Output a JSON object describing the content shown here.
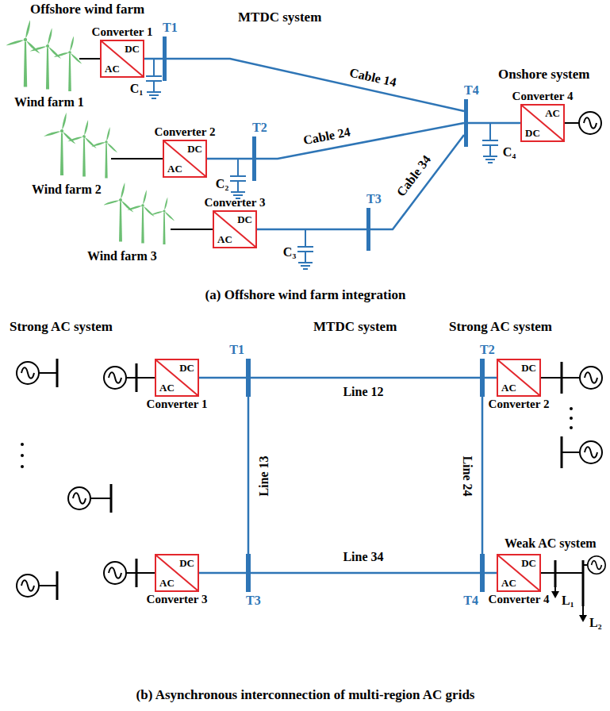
{
  "diagram": {
    "nodes": [
      {
        "text": [
          "Converter 1",
          "DC",
          "AC"
        ]
      },
      {
        "text": [
          "T1"
        ]
      },
      {
        "text": [
          "Converter 2",
          "DC",
          "AC"
        ]
      },
      {
        "text": [
          "T2"
        ]
      },
      {
        "text": [
          "Converter 3",
          "DC",
          "AC"
        ]
      },
      {
        "text": [
          "T3"
        ]
      },
      {
        "text": [
          "T4"
        ]
      },
      {
        "text": [
          "Converter 4",
          "AC",
          "DC"
        ]
      },
      {
        "text": [
          "Converter 1",
          "DC",
          "AC"
        ]
      },
      {
        "text": [
          "T1"
        ]
      },
      {
        "text": [
          "Converter 2",
          "DC",
          "AC"
        ]
      },
      {
        "text": [
          "T2"
        ]
      },
      {
        "text": [
          "Converter 3",
          "DC",
          "AC"
        ]
      },
      {
        "text": [
          "T3"
        ]
      },
      {
        "text": [
          "Converter 4",
          "DC",
          "AC"
        ]
      },
      {
        "text": [
          "T4"
        ]
      }
    ],
    "edges": [
      {
        "from": 0,
        "to": 1,
        "arrow": "none"
      },
      {
        "from": 2,
        "to": 3,
        "arrow": "none"
      },
      {
        "from": 4,
        "to": 5,
        "arrow": "none"
      },
      {
        "from": 1,
        "to": 6,
        "label": "Cable 14",
        "arrow": "none"
      },
      {
        "from": 3,
        "to": 6,
        "label": "Cable 24",
        "arrow": "none"
      },
      {
        "from": 5,
        "to": 6,
        "label": "Cable 34",
        "arrow": "none"
      },
      {
        "from": 6,
        "to": 7,
        "arrow": "none"
      },
      {
        "from": 8,
        "to": 9,
        "arrow": "none"
      },
      {
        "from": 10,
        "to": 11,
        "arrow": "none"
      },
      {
        "from": 12,
        "to": 13,
        "arrow": "none"
      },
      {
        "from": 14,
        "to": 15,
        "arrow": "none"
      },
      {
        "from": 9,
        "to": 11,
        "label": "Line 12",
        "arrow": "none"
      },
      {
        "from": 9,
        "to": 13,
        "label": "Line 13",
        "arrow": "none"
      },
      {
        "from": 11,
        "to": 15,
        "label": "Line 24",
        "arrow": "none"
      },
      {
        "from": 13,
        "to": 15,
        "label": "Line 34",
        "arrow": "none"
      }
    ],
    "labels": [
      "Offshore wind farm",
      "MTDC system",
      "Wind farm 1",
      "C₁",
      "Onshore system",
      "Wind farm 2",
      "C₂",
      "C₄",
      "Wind farm 3",
      "C₃",
      "(a) Offshore wind farm integration",
      "Strong AC system",
      "MTDC system",
      "Strong AC system",
      "Weak AC system",
      "L₁",
      "L₂",
      "(b) Asynchronous interconnection of multi-region AC grids"
    ]
  }
}
